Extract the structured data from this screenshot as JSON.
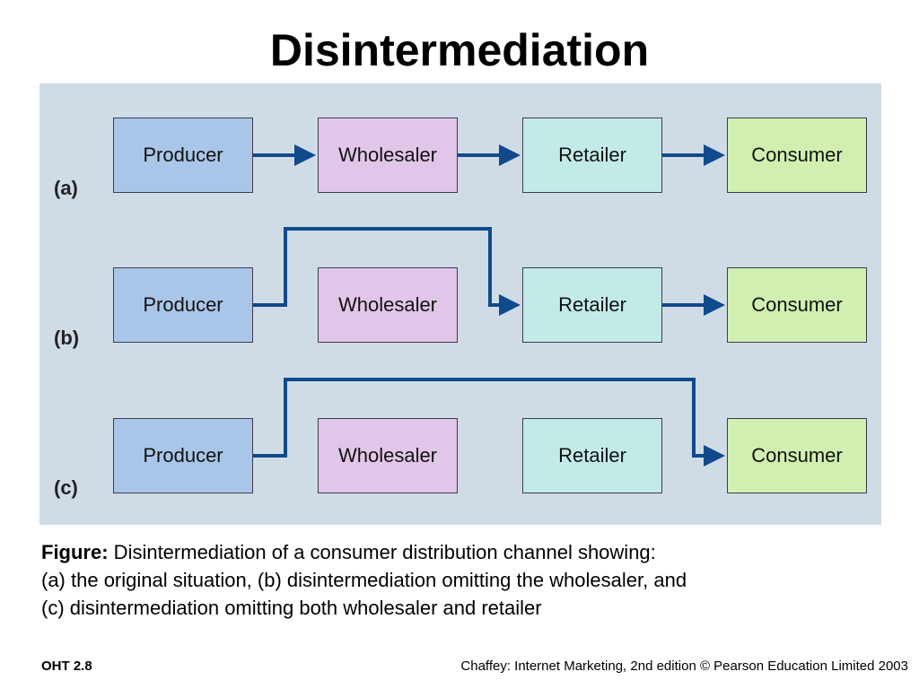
{
  "title": "Disintermediation",
  "rows": [
    {
      "label": "(a)",
      "boxes": [
        "Producer",
        "Wholesaler",
        "Retailer",
        "Consumer"
      ]
    },
    {
      "label": "(b)",
      "boxes": [
        "Producer",
        "Wholesaler",
        "Retailer",
        "Consumer"
      ]
    },
    {
      "label": "(c)",
      "boxes": [
        "Producer",
        "Wholesaler",
        "Retailer",
        "Consumer"
      ]
    }
  ],
  "caption": {
    "lead": "Figure:",
    "line1": " Disintermediation of a consumer distribution channel showing:",
    "line2": "(a) the original situation, (b) disintermediation omitting the wholesaler, and",
    "line3": "(c) disintermediation omitting both wholesaler and retailer"
  },
  "footer": {
    "left": "OHT 2.8",
    "right": "Chaffey: Internet Marketing, 2nd edition © Pearson Education Limited 2003"
  },
  "colors": {
    "background": "#cfdce6",
    "producer": "#a9c6e8",
    "wholesaler": "#e2c6ea",
    "retailer": "#c2ebe8",
    "consumer": "#d1efb0",
    "arrow": "#114a8c"
  }
}
